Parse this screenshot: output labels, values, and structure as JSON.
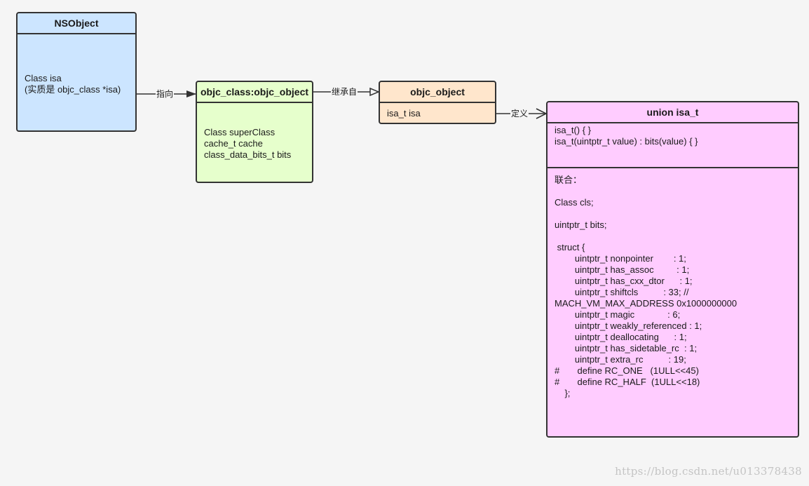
{
  "nsobject": {
    "title": "NSObject",
    "lines": [
      "Class isa",
      "(实质是 objc_class *isa)"
    ]
  },
  "objc_class": {
    "title": "objc_class:objc_object",
    "lines": [
      "Class superClass",
      "cache_t cache",
      "class_data_bits_t bits"
    ]
  },
  "objc_object": {
    "title": "objc_object",
    "lines": [
      "isa_t isa"
    ]
  },
  "isa_t": {
    "title": "union isa_t",
    "methods": [
      "isa_t() { }",
      "isa_t(uintptr_t value) : bits(value) { }"
    ],
    "body": [
      "联合：",
      "",
      "Class cls;",
      "",
      "uintptr_t bits;",
      "",
      " struct {",
      "        uintptr_t nonpointer        : 1;",
      "        uintptr_t has_assoc         : 1;",
      "        uintptr_t has_cxx_dtor      : 1;",
      "        uintptr_t shiftcls          : 33; //",
      "MACH_VM_MAX_ADDRESS 0x1000000000",
      "        uintptr_t magic             : 6;",
      "        uintptr_t weakly_referenced : 1;",
      "        uintptr_t deallocating      : 1;",
      "        uintptr_t has_sidetable_rc  : 1;",
      "        uintptr_t extra_rc          : 19;",
      "#       define RC_ONE   (1ULL<<45)",
      "#       define RC_HALF  (1ULL<<18)",
      "    };"
    ]
  },
  "edges": {
    "points_to": "指向",
    "inherits": "继承自",
    "defines": "定义"
  },
  "watermark": "https://blog.csdn.net/u013378438",
  "colors": {
    "nsobject": "#cce5ff",
    "objc_class": "#e6ffcc",
    "objc_object": "#ffe6cc",
    "isa_t": "#ffccff",
    "border": "#333333"
  }
}
